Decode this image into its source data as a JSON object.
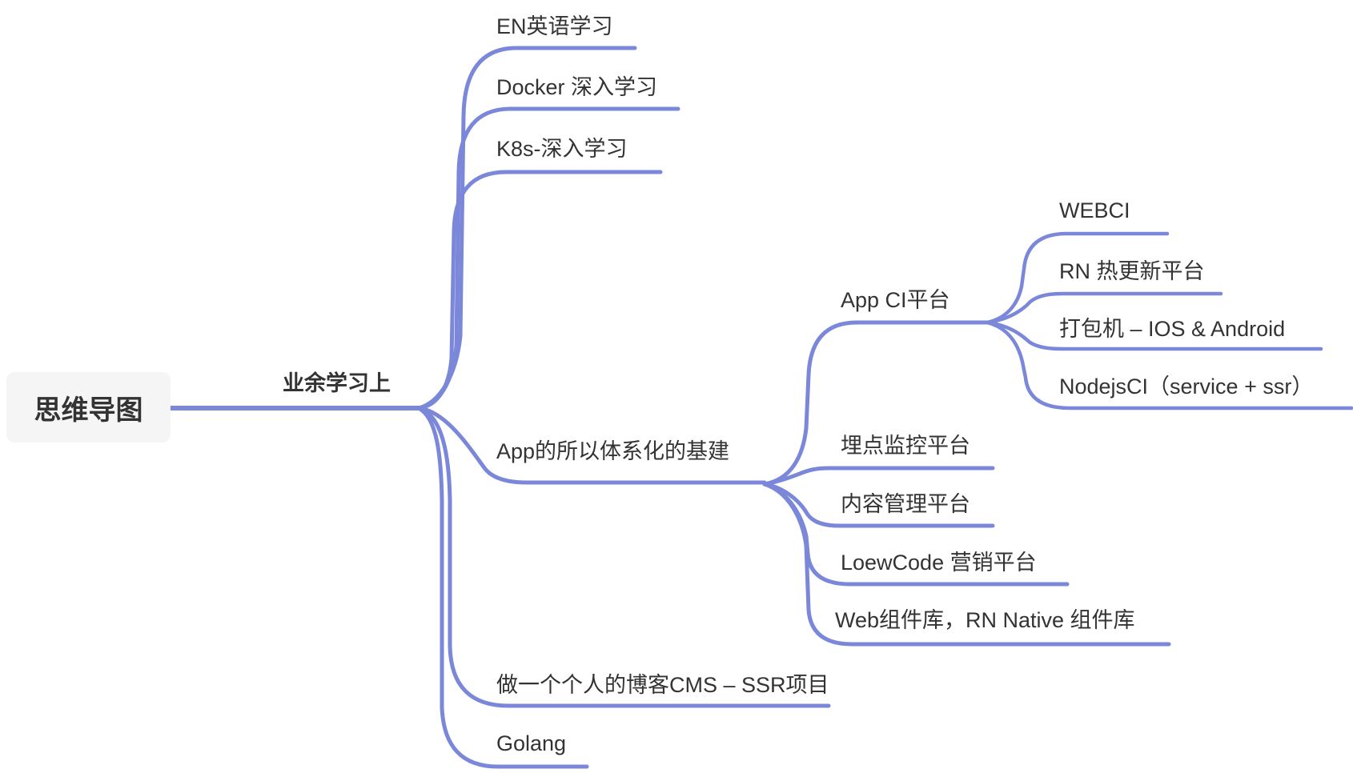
{
  "colors": {
    "branch": "#7B87D8",
    "text": "#333333",
    "root_bg": "#F5F5F5",
    "root_text": "#333333"
  },
  "mindmap": {
    "root": {
      "label": "思维导图"
    },
    "children": [
      {
        "label": "业余学习上",
        "children": [
          {
            "label": "EN英语学习"
          },
          {
            "label": "Docker 深入学习"
          },
          {
            "label": "K8s-深入学习"
          },
          {
            "label": "App的所以体系化的基建",
            "children": [
              {
                "label": "App CI平台",
                "children": [
                  {
                    "label": "WEBCI"
                  },
                  {
                    "label": "RN 热更新平台"
                  },
                  {
                    "label": "打包机 – IOS & Android"
                  },
                  {
                    "label": "NodejsCI（service + ssr）"
                  }
                ]
              },
              {
                "label": "埋点监控平台"
              },
              {
                "label": "内容管理平台"
              },
              {
                "label": "LoewCode 营销平台"
              },
              {
                "label": "Web组件库，RN Native 组件库"
              }
            ]
          },
          {
            "label": "做一个个人的博客CMS – SSR项目"
          },
          {
            "label": "Golang"
          }
        ]
      }
    ]
  }
}
